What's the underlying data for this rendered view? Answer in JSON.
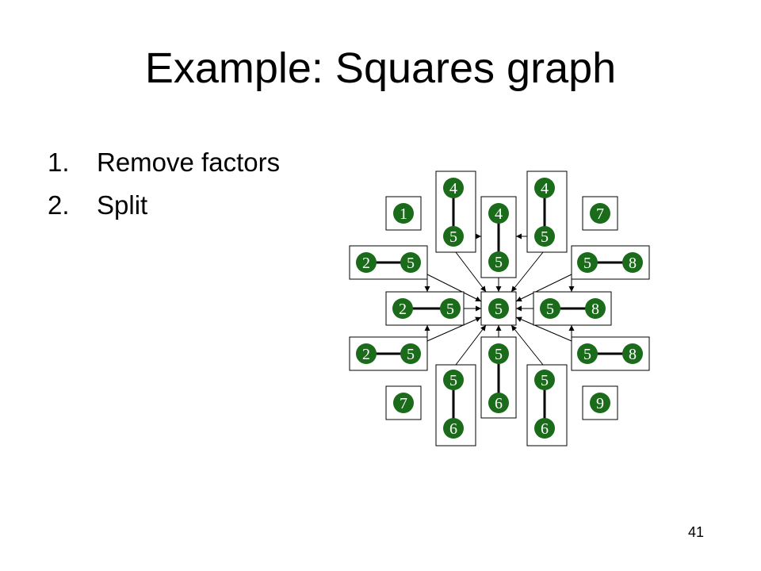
{
  "slide": {
    "title": "Example: Squares graph",
    "steps": [
      {
        "num": "1.",
        "text": "Remove factors"
      },
      {
        "num": "2.",
        "text": "Split"
      }
    ],
    "page_number": "41"
  },
  "colors": {
    "node_fill": "#1a6b1a",
    "node_text": "#ffffff",
    "box_stroke": "#000000"
  },
  "diagram": {
    "boxes": [
      {
        "id": "b1",
        "nodes": [
          "1"
        ]
      },
      {
        "id": "b-top-left",
        "nodes": [
          "4",
          "5"
        ],
        "edge": "vertical"
      },
      {
        "id": "b-top-mid",
        "nodes": [
          "4",
          "5"
        ],
        "edge": "vertical"
      },
      {
        "id": "b-top-right",
        "nodes": [
          "4",
          "5"
        ],
        "edge": "vertical"
      },
      {
        "id": "b7-top",
        "nodes": [
          "7"
        ]
      },
      {
        "id": "b-row2-left",
        "nodes": [
          "2",
          "5"
        ],
        "edge": "horizontal"
      },
      {
        "id": "b-row2-right",
        "nodes": [
          "5",
          "8"
        ],
        "edge": "horizontal"
      },
      {
        "id": "b-mid-left",
        "nodes": [
          "2",
          "5"
        ],
        "edge": "horizontal"
      },
      {
        "id": "b-center",
        "nodes": [
          "5"
        ]
      },
      {
        "id": "b-mid-right",
        "nodes": [
          "5",
          "8"
        ],
        "edge": "horizontal"
      },
      {
        "id": "b-row4-left",
        "nodes": [
          "2",
          "5"
        ],
        "edge": "horizontal"
      },
      {
        "id": "b-row4-right",
        "nodes": [
          "5",
          "8"
        ],
        "edge": "horizontal"
      },
      {
        "id": "b-bottom-left",
        "nodes": [
          "5",
          "6"
        ],
        "edge": "vertical"
      },
      {
        "id": "b-bottom-mid",
        "nodes": [
          "5",
          "6"
        ],
        "edge": "vertical"
      },
      {
        "id": "b-bottom-right",
        "nodes": [
          "5",
          "6"
        ],
        "edge": "vertical"
      },
      {
        "id": "b7-bottom",
        "nodes": [
          "7"
        ]
      },
      {
        "id": "b9",
        "nodes": [
          "9"
        ]
      }
    ]
  }
}
